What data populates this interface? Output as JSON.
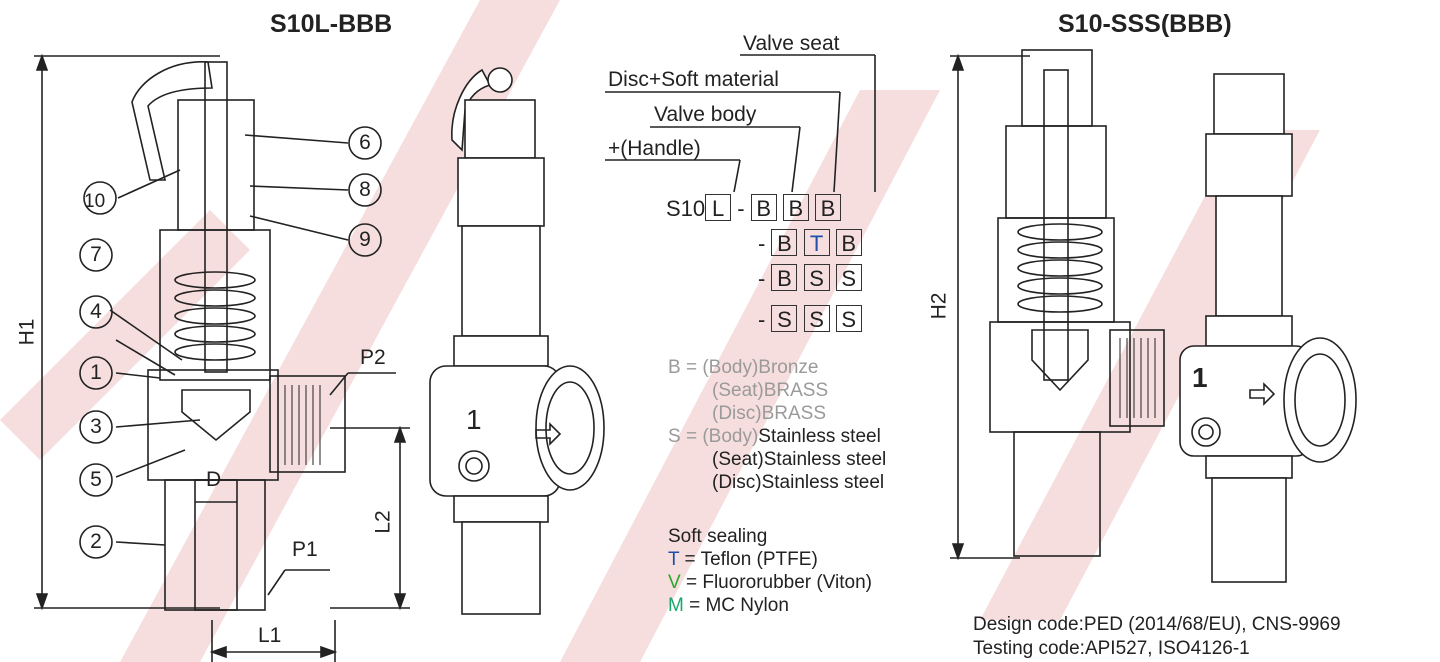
{
  "left_title": "S10L-BBB",
  "right_title": "S10-SSS(BBB)",
  "callouts": [
    "1",
    "2",
    "3",
    "4",
    "5",
    "6",
    "7",
    "8",
    "9",
    "10"
  ],
  "dims": {
    "h1": "H1",
    "h2": "H2",
    "l1": "L1",
    "l2": "L2",
    "d": "D",
    "p1": "P1",
    "p2": "P2"
  },
  "body_number": "1",
  "model_labels": {
    "valve_seat": "Valve seat",
    "disc_soft": "Disc+Soft material",
    "valve_body": "Valve body",
    "handle": "+(Handle)"
  },
  "model_code": {
    "prefix": "S10",
    "handle_letter": "L",
    "rows": [
      [
        "B",
        "B",
        "B"
      ],
      [
        "B",
        "T",
        "B"
      ],
      [
        "B",
        "S",
        "S"
      ],
      [
        "S",
        "S",
        "S"
      ]
    ]
  },
  "materials": {
    "b_key": "B = ",
    "b_body": "(Body)Bronze",
    "b_seat": "(Seat)BRASS",
    "b_disc": "(Disc)BRASS",
    "s_key": "S = ",
    "s_body_prefix": "(Body)",
    "s_body": "Stainless steel",
    "s_seat_prefix": "(Seat)",
    "s_seat": "Stainless steel",
    "s_disc_prefix": "(Disc)",
    "s_disc": "Stainless steel"
  },
  "soft_sealing": {
    "title": "Soft sealing",
    "items": [
      {
        "code": "T",
        "text": " = Teflon (PTFE)",
        "color": "#1f4fa8"
      },
      {
        "code": "V",
        "text": " = Fluororubber (Viton)",
        "color": "#2aa82a"
      },
      {
        "code": "M",
        "text": " = MC Nylon",
        "color": "#18a86b"
      }
    ]
  },
  "codes": {
    "design": "Design code:PED (2014/68/EU), CNS-9969",
    "testing": "Testing code:API527, ISO4126-1"
  },
  "colors": {
    "highlight_t": "#1f4fa8",
    "gray": "#9a9a9a",
    "watermark": "#f6d9d9"
  }
}
